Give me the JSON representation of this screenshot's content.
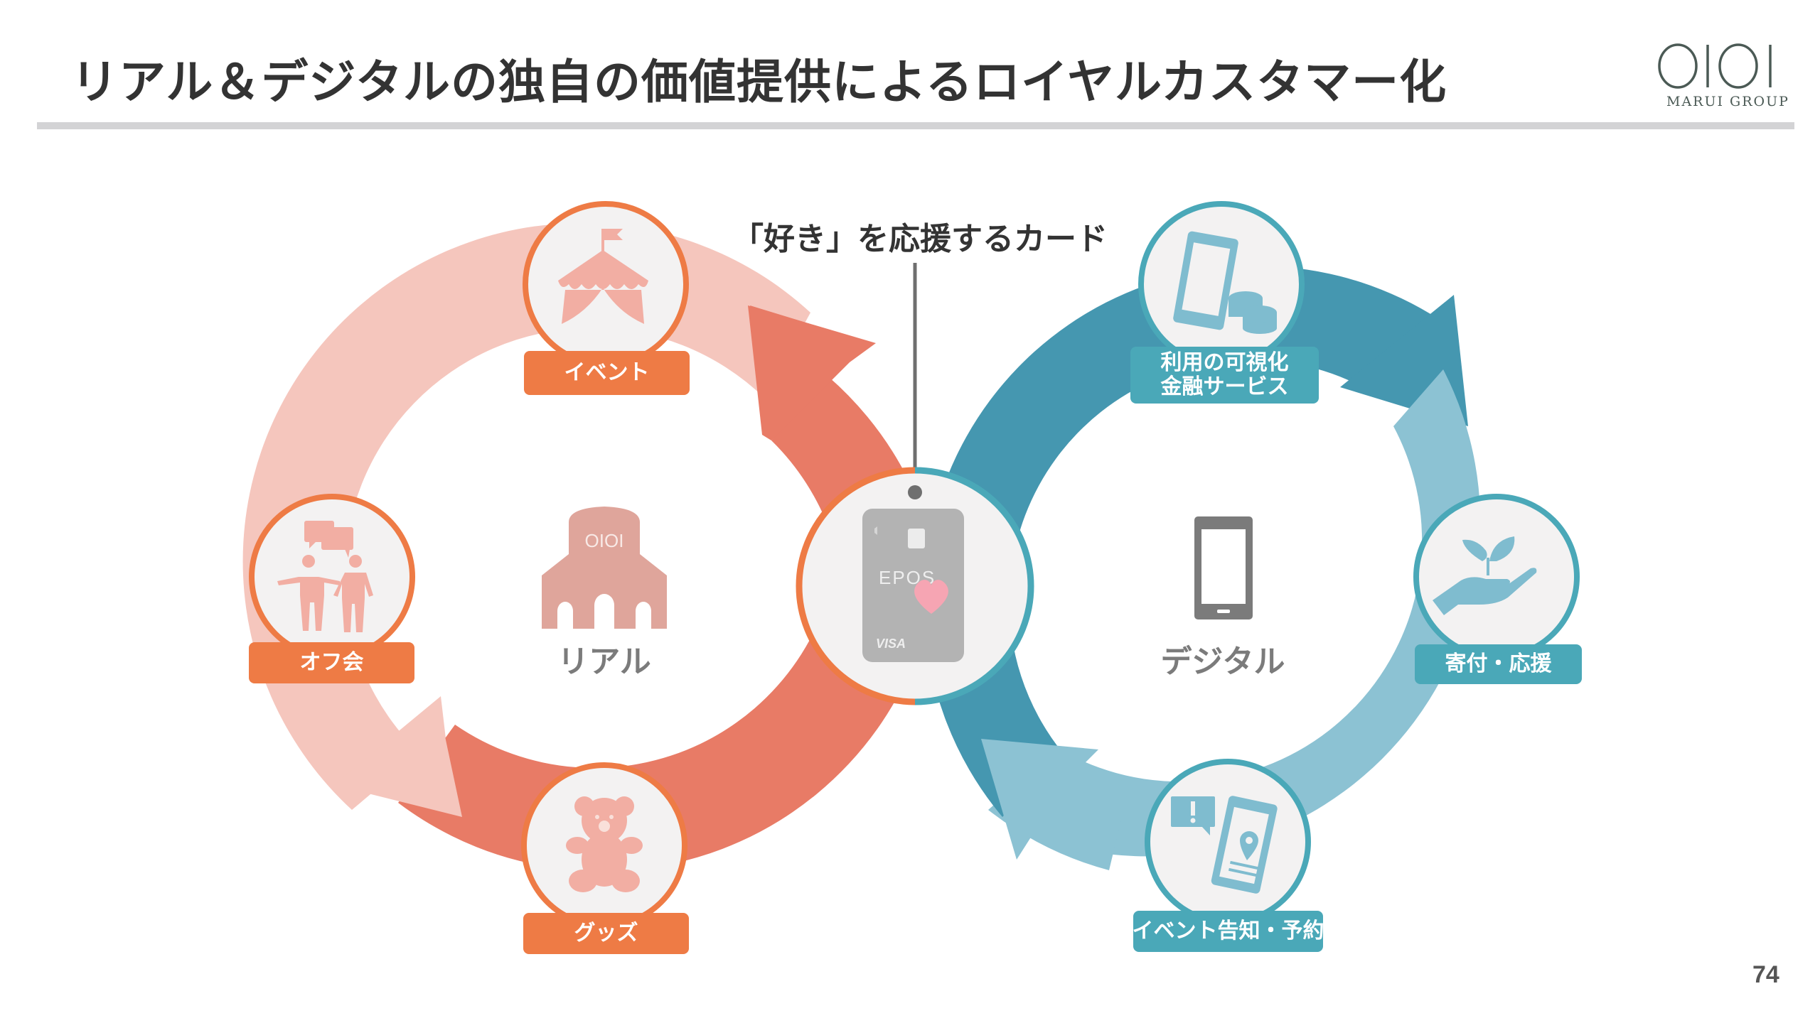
{
  "header": {
    "title": "リアル＆デジタルの独自の価値提供によるロイヤルカスタマー化",
    "logo_text": "MARUI GROUP",
    "logo_mark": "OIOI"
  },
  "colors": {
    "real_light": "#f5c6bd",
    "real_dark": "#e87b66",
    "real_border": "#ee7b45",
    "real_icon": "#f2aea3",
    "digital_dark": "#4597b0",
    "digital_light": "#8cc2d3",
    "digital_border": "#4aa8b8",
    "digital_icon": "#7fbccf",
    "node_fill": "#f3f2f2",
    "center_gray": "#7b7b7b"
  },
  "center_card": {
    "caption": "「好き」を応援するカード",
    "brand": "EPOS",
    "network": "VISA"
  },
  "real": {
    "label": "リアル",
    "nodes": [
      {
        "label": "イベント",
        "icon": "circus-tent-icon"
      },
      {
        "label": "オフ会",
        "icon": "people-talking-icon"
      },
      {
        "label": "グッズ",
        "icon": "teddy-bear-icon"
      }
    ]
  },
  "digital": {
    "label": "デジタル",
    "nodes": [
      {
        "label": "利用の可視化\n金融サービス",
        "label_line1": "利用の可視化",
        "label_line2": "金融サービス",
        "icon": "phone-coins-icon"
      },
      {
        "label": "寄付・応援",
        "icon": "hand-plant-icon"
      },
      {
        "label": "イベント告知・予約",
        "icon": "phone-location-icon"
      }
    ]
  },
  "footer": {
    "page_number": "74"
  }
}
